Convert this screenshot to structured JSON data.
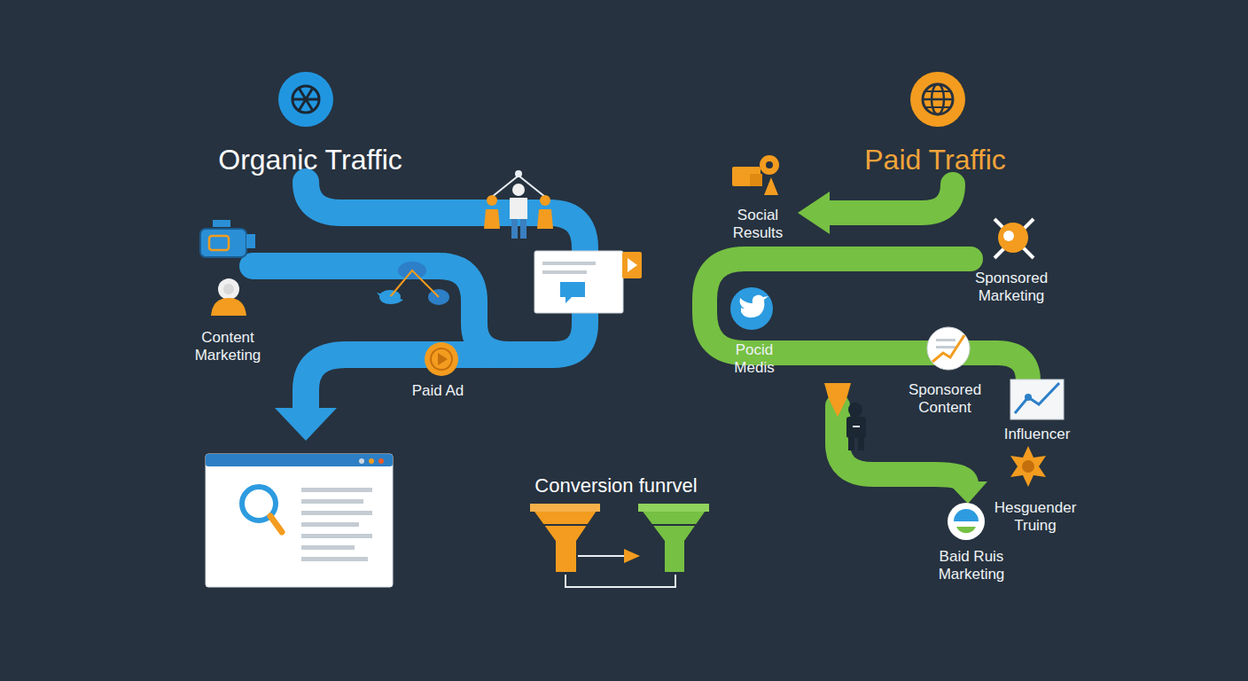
{
  "diagram": {
    "labels": [
      "Organic Traffic",
      "Paid Traffic",
      "Social Results",
      "Content Marketing",
      "Sponsored Marketing",
      "Pocid Medis",
      "Paid Ad",
      "Sponsored Content",
      "Influencer",
      "Conversion funrvel",
      "Hesguender Truing",
      "Baid Ruis Marketing"
    ]
  }
}
